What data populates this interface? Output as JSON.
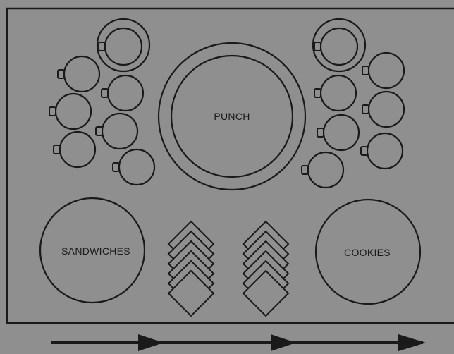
{
  "diagram": {
    "labels": {
      "punch": "PUNCH",
      "sandwiches": "SANDWICHES",
      "cookies": "COOKIES"
    },
    "colors": {
      "background": "#8f8f8f",
      "ink": "#1a1a1a"
    }
  }
}
